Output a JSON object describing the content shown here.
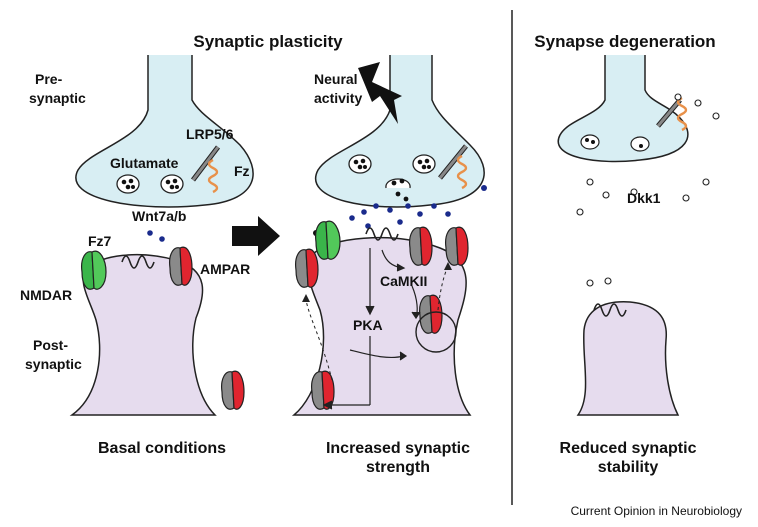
{
  "headers": {
    "synaptic_plasticity": "Synaptic plasticity",
    "synapse_degeneration": "Synapse degeneration"
  },
  "labels": {
    "pre_synaptic_line1": "Pre-",
    "pre_synaptic_line2": "synaptic",
    "post_synaptic_line1": "Post-",
    "post_synaptic_line2": "synaptic",
    "neural_activity_line1": "Neural",
    "neural_activity_line2": "activity",
    "glutamate": "Glutamate",
    "lrp56": "LRP5/6",
    "fz": "Fz",
    "wnt7ab": "Wnt7a/b",
    "fz7": "Fz7",
    "nmdar": "NMDAR",
    "ampar": "AMPAR",
    "camkii": "CaMKII",
    "pka": "PKA",
    "dkk1": "Dkk1"
  },
  "panels": {
    "basal": "Basal conditions",
    "increased_line1": "Increased synaptic",
    "increased_line2": "strength",
    "reduced_line1": "Reduced synaptic",
    "reduced_line2": "stability"
  },
  "credit": "Current Opinion in Neurobiology",
  "colors": {
    "presynaptic_fill": "#d8eef3",
    "postsynaptic_fill": "#e6dcee",
    "nmdar_green": "#3ab54a",
    "ampar_red": "#e0252f",
    "ampar_grey": "#8a8a8a",
    "fz_orange": "#e8914a",
    "wnt_blue": "#1a2b8c"
  }
}
